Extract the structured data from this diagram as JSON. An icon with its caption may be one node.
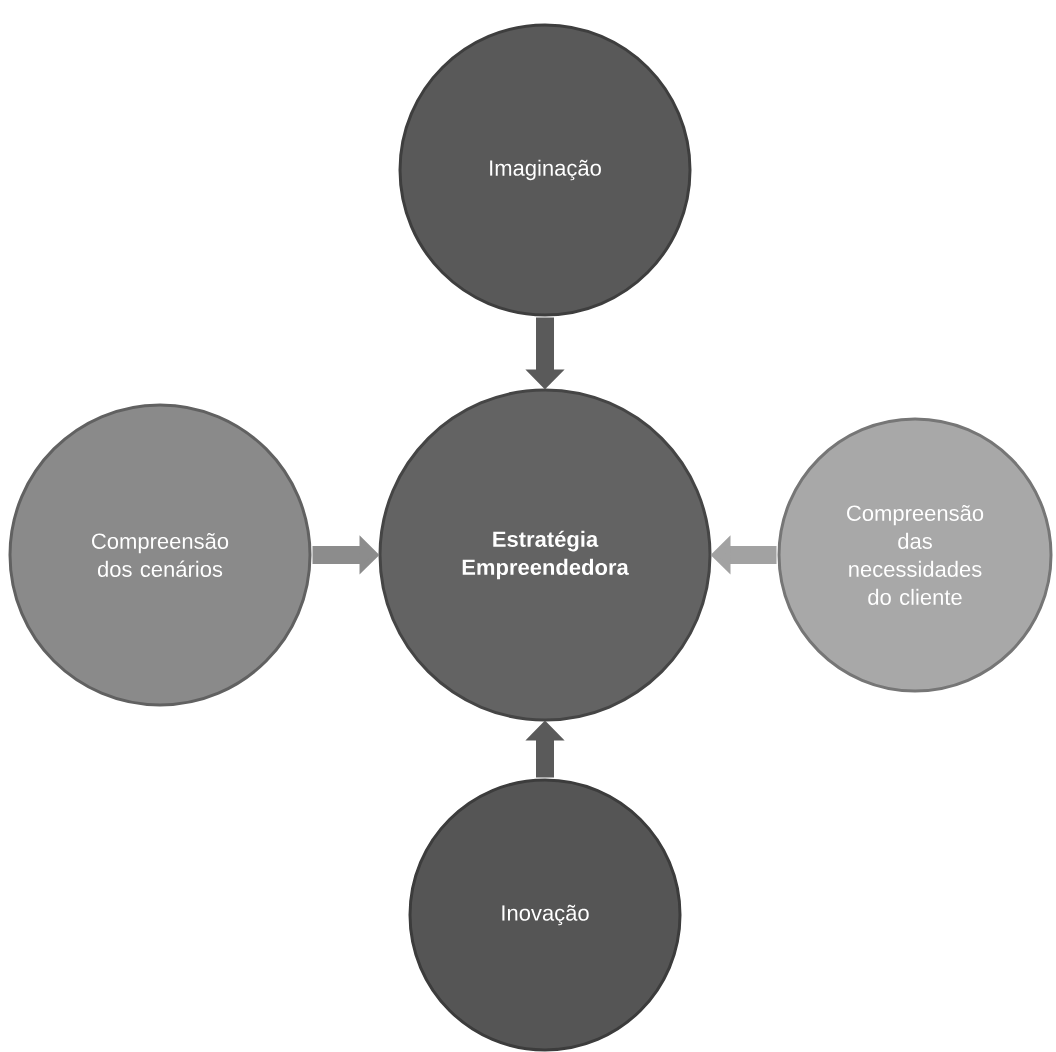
{
  "diagram": {
    "nodes": [
      {
        "text": [
          "Imaginação"
        ]
      },
      {
        "text": [
          "Compreensão dos cenários"
        ]
      },
      {
        "text": [
          "Estratégia Empreendedora"
        ]
      },
      {
        "text": [
          "Compreensão das necessidades do cliente"
        ]
      },
      {
        "text": [
          "Inovação"
        ]
      }
    ],
    "edges": [
      {
        "from": 0,
        "to": 2,
        "arrow": "to"
      },
      {
        "from": 1,
        "to": 2,
        "arrow": "to"
      },
      {
        "from": 3,
        "to": 2,
        "arrow": "to"
      },
      {
        "from": 4,
        "to": 2,
        "arrow": "to"
      }
    ]
  }
}
